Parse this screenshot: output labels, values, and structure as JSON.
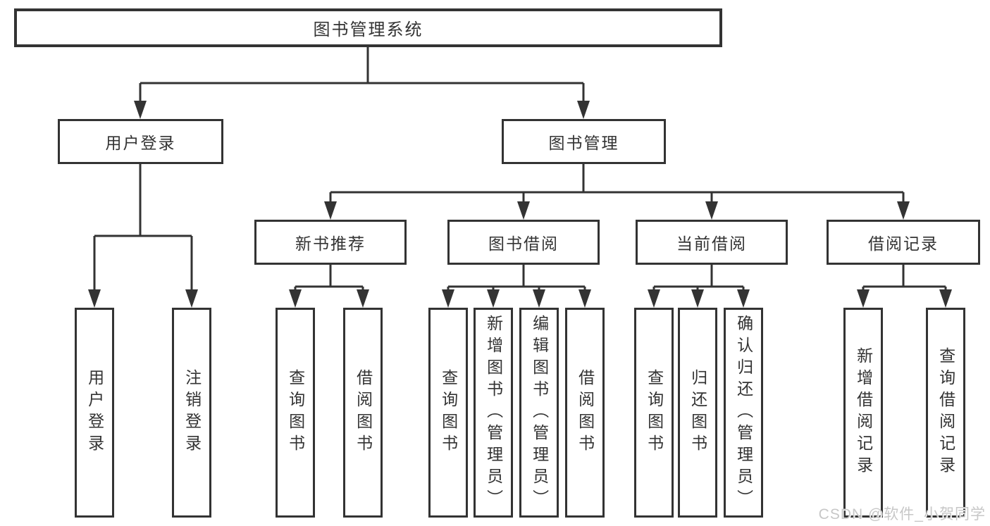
{
  "diagram": {
    "tree": {
      "label": "图书管理系统",
      "children": [
        {
          "label": "用户登录",
          "children": [
            {
              "label": "用户登录"
            },
            {
              "label": "注销登录"
            }
          ]
        },
        {
          "label": "图书管理",
          "children": [
            {
              "label": "新书推荐",
              "children": [
                {
                  "label": "查询图书"
                },
                {
                  "label": "借阅图书"
                }
              ]
            },
            {
              "label": "图书借阅",
              "children": [
                {
                  "label": "查询图书"
                },
                {
                  "label": "新增图书（管理员）"
                },
                {
                  "label": "编辑图书（管理员）"
                },
                {
                  "label": "借阅图书"
                }
              ]
            },
            {
              "label": "当前借阅",
              "children": [
                {
                  "label": "查询图书"
                },
                {
                  "label": "归还图书"
                },
                {
                  "label": "确认归还（管理员）"
                }
              ]
            },
            {
              "label": "借阅记录",
              "children": [
                {
                  "label": "新增借阅记录"
                },
                {
                  "label": "查询借阅记录"
                }
              ]
            }
          ]
        }
      ]
    },
    "watermark": "CSDN @软件_小贺同学",
    "colors": {
      "line": "#333333",
      "box_border": "#333333",
      "text": "#333333",
      "watermark": "#c7c7c7",
      "background": "#ffffff"
    }
  }
}
